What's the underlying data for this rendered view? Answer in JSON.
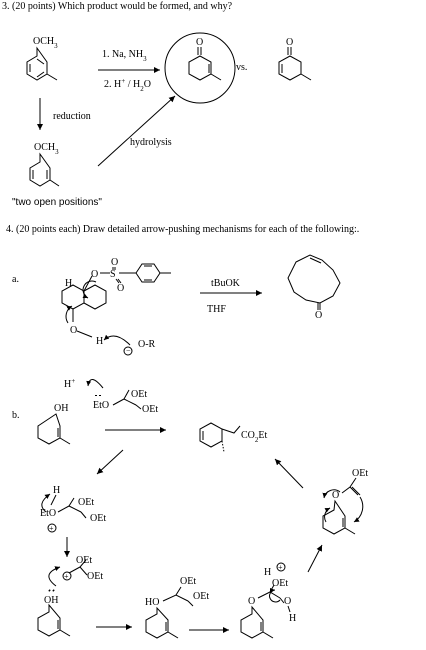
{
  "question3": {
    "text": "3.  (20 points)  Which product would be formed, and why?",
    "start_sub": "OCH3",
    "reagent1": "1. Na, NH3",
    "reagent2": "2.  H+ / H2O",
    "vs": "vs.",
    "product_o": "O",
    "alt_o": "O",
    "reduction": "reduction",
    "hydrolysis": "hydrolysis",
    "diene_sub": "OCH3",
    "note": "\"two open positions\""
  },
  "question4": {
    "text": "4.  (20 points each) Draw detailed arrow-pushing mechanisms for each of the following:.",
    "part_a": {
      "label": "a.",
      "h": "H",
      "o_ts": "O",
      "s": "S",
      "o_top": "O",
      "o_bot": "O",
      "reagent_top": "tBuOK",
      "reagent_bottom": "THF",
      "oh_o": "O",
      "oh_h": "H",
      "base": "O-R",
      "minus": "−",
      "product_o": "O"
    },
    "part_b": {
      "label": "b.",
      "h_plus": "H+",
      "ortho_eto": "EtO",
      "ortho_oet1": "OEt",
      "ortho_oet2": "OEt",
      "start_oh": "OH",
      "product_sub": "CO2Et",
      "s1_h": "H",
      "s1_eto": "EtO",
      "s1_oet1": "OEt",
      "s1_oet2": "OEt",
      "s1_plus": "+",
      "s2_oet1": "OEt",
      "s2_oet2": "OEt",
      "s2_plus": "+",
      "s2_oh": "OH",
      "s3_ho": "HO",
      "s3_oet1": "OEt",
      "s3_oet2": "OEt",
      "s4_h": "H",
      "s4_plus": "+",
      "s4_oet": "OEt",
      "s4_o": "O",
      "s4_oh_o": "O",
      "s4_oh_h": "H",
      "s5_oet": "OEt",
      "s5_o": "O"
    }
  }
}
